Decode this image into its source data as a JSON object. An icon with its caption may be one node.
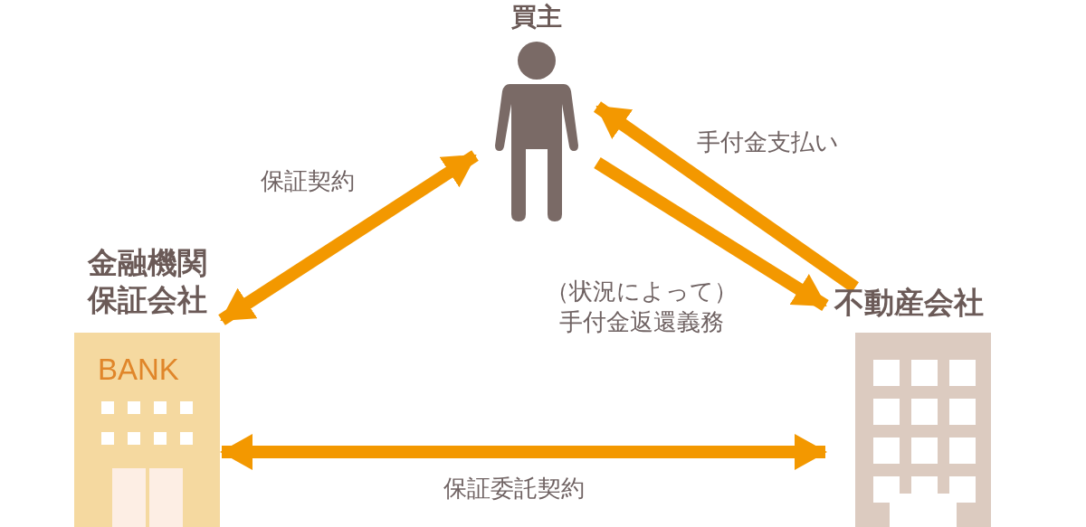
{
  "diagram": {
    "nodes": [
      {
        "text": [
          "買主"
        ]
      },
      {
        "text": [
          "金融機関保証会社",
          "BANK"
        ]
      },
      {
        "text": [
          "不動産会社"
        ]
      }
    ],
    "edges": [
      {
        "from": 1,
        "to": 0,
        "arrow": "both",
        "label": "保証契約"
      },
      {
        "from": 0,
        "to": 2,
        "arrow": "to",
        "label": "（状況によって）手付金返還義務"
      },
      {
        "from": 2,
        "to": 0,
        "arrow": "to",
        "label": "手付金支払い"
      },
      {
        "from": 1,
        "to": 2,
        "arrow": "both",
        "label": "保証委託契約"
      }
    ]
  }
}
